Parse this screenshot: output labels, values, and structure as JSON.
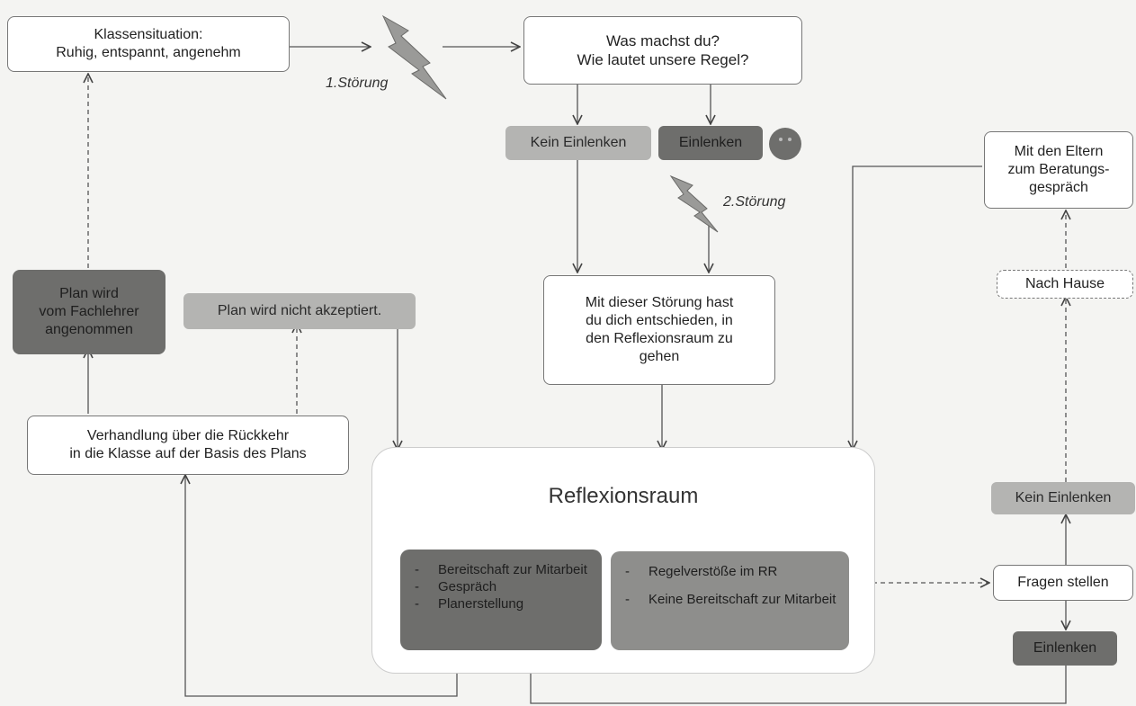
{
  "nodes": {
    "klassensituation": "Klassensituation:\nRuhig, entspannt, angenehm",
    "was_machst_du": "Was machst du?\nWie lautet unsere Regel?",
    "kein_einlenken_1": "Kein Einlenken",
    "einlenken_1": "Einlenken",
    "stoerung_1": "1.Störung",
    "stoerung_2": "2.Störung",
    "mit_dieser_stoerung": "Mit dieser Störung hast\ndu dich entschieden, in\nden Reflexionsraum zu\ngehen",
    "plan_angenommen": "Plan wird\nvom Fachlehrer\nangenommen",
    "plan_nicht_akzeptiert": "Plan wird nicht akzeptiert.",
    "verhandlung": "Verhandlung über die Rückkehr\nin die Klasse auf der Basis des Plans",
    "reflexionsraum": "Reflexionsraum",
    "bereitschaft_items": [
      "Bereitschaft zur Mitarbeit",
      "Gespräch",
      "Planerstellung"
    ],
    "regelverstoesse_items": [
      "Regelverstöße im RR",
      "Keine Bereitschaft zur Mitarbeit"
    ],
    "eltern": "Mit den Eltern\nzum Beratungs-\ngespräch",
    "nach_hause": "Nach Hause",
    "kein_einlenken_2": "Kein Einlenken",
    "fragen_stellen": "Fragen stellen",
    "einlenken_2": "Einlenken",
    "list_dash": "-"
  },
  "icons": {
    "lightning": "lightning-icon",
    "face": "sad-face-icon"
  },
  "colors": {
    "light_box": "#b4b4b2",
    "dark_box": "#6e6e6c",
    "mid_box": "#8e8e8c",
    "line": "#444444"
  }
}
